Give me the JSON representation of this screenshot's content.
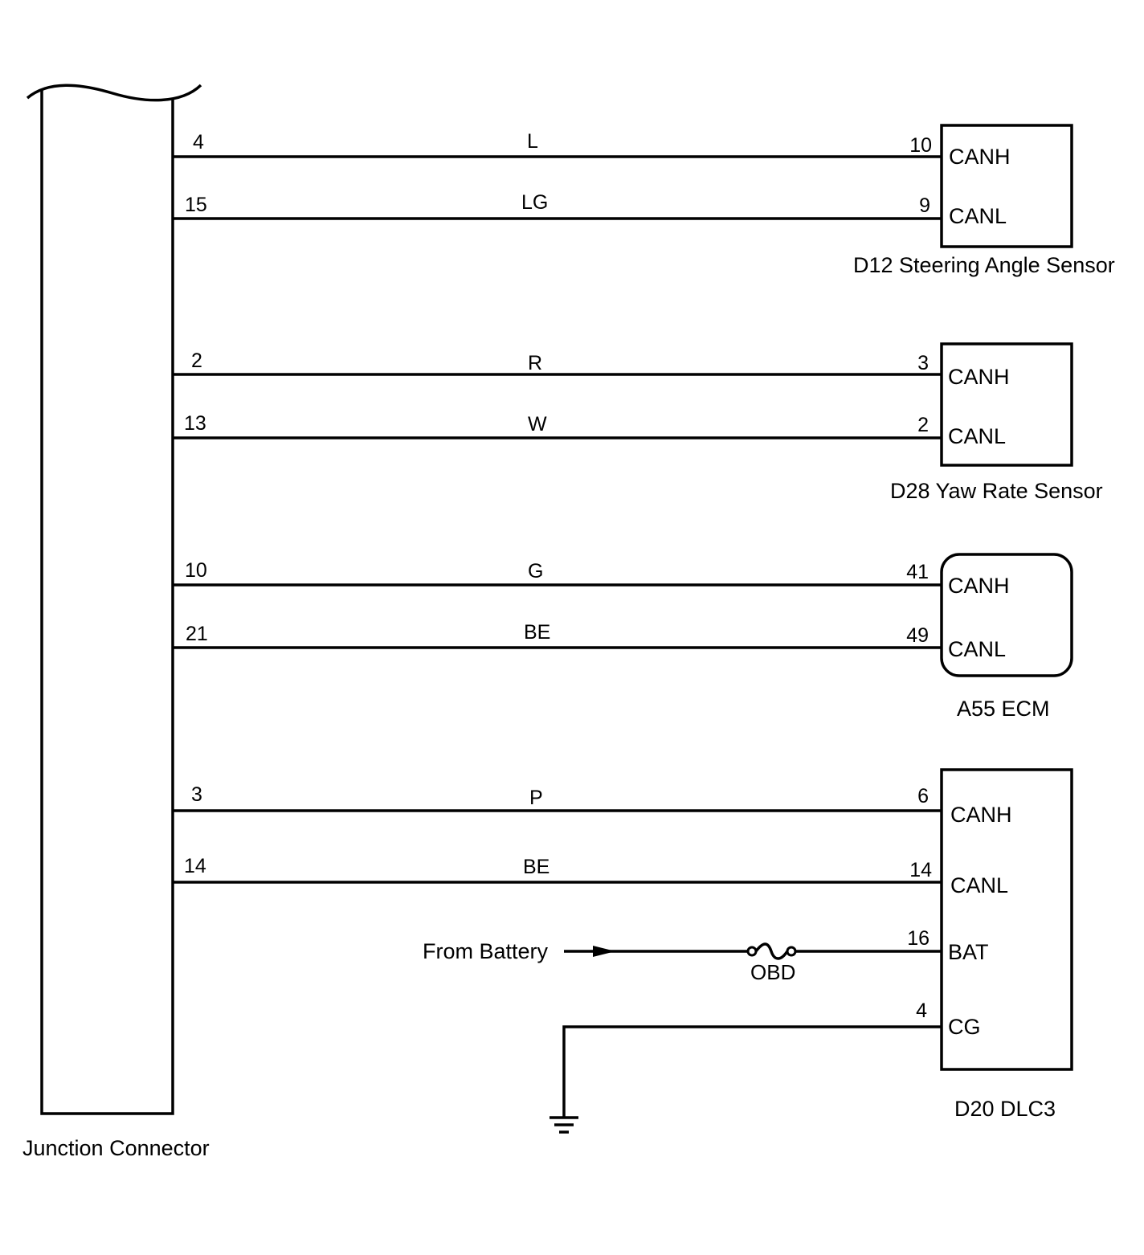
{
  "junction": {
    "label": "Junction Connector"
  },
  "components": [
    {
      "name": "D12 Steering Angle Sensor",
      "rounded": false,
      "wires": [
        {
          "junction_pin": "4",
          "color": "L",
          "comp_pin": "10",
          "terminal": "CANH"
        },
        {
          "junction_pin": "15",
          "color": "LG",
          "comp_pin": "9",
          "terminal": "CANL"
        }
      ]
    },
    {
      "name": "D28 Yaw Rate Sensor",
      "rounded": false,
      "wires": [
        {
          "junction_pin": "2",
          "color": "R",
          "comp_pin": "3",
          "terminal": "CANH"
        },
        {
          "junction_pin": "13",
          "color": "W",
          "comp_pin": "2",
          "terminal": "CANL"
        }
      ]
    },
    {
      "name": "A55 ECM",
      "rounded": true,
      "wires": [
        {
          "junction_pin": "10",
          "color": "G",
          "comp_pin": "41",
          "terminal": "CANH"
        },
        {
          "junction_pin": "21",
          "color": "BE",
          "comp_pin": "49",
          "terminal": "CANL"
        }
      ]
    },
    {
      "name": "D20 DLC3",
      "rounded": false,
      "wires": [
        {
          "junction_pin": "3",
          "color": "P",
          "comp_pin": "6",
          "terminal": "CANH"
        },
        {
          "junction_pin": "14",
          "color": "BE",
          "comp_pin": "14",
          "terminal": "CANL"
        }
      ],
      "extra": [
        {
          "comp_pin": "16",
          "terminal": "BAT"
        },
        {
          "comp_pin": "4",
          "terminal": "CG"
        }
      ]
    }
  ],
  "battery": {
    "label": "From Battery",
    "fuse": "OBD"
  },
  "ground": {
    "icon": "ground-icon"
  }
}
